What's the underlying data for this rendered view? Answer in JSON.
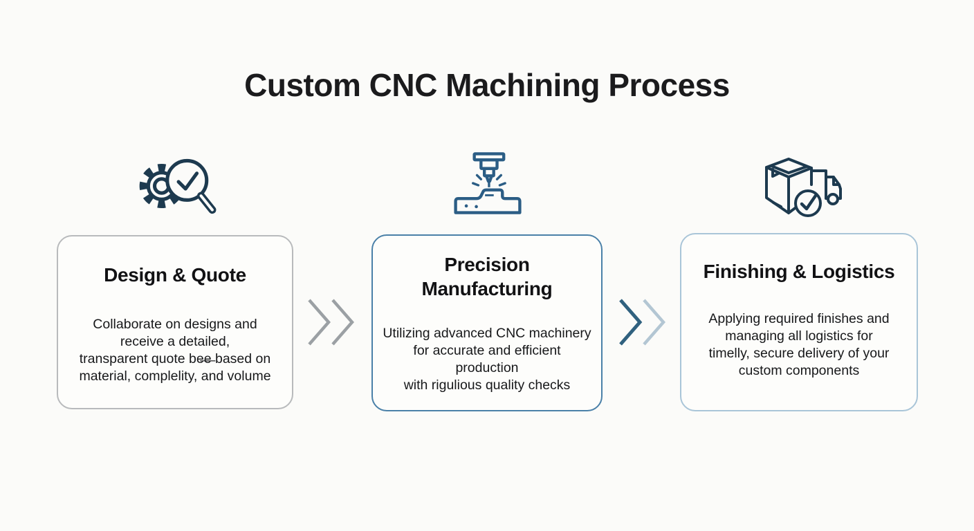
{
  "page": {
    "background_color": "#fbfbf9"
  },
  "title": {
    "text": "Custom CNC Machining Process",
    "color": "#1b1b1d"
  },
  "steps": [
    {
      "heading": "Design & Quote",
      "body": "Collaborate on designs and\nreceive a detailed,\ntransparent quote be̶e̶ based on\nmaterial, complelity, and volume",
      "icon": "gear-magnifier-check-icon",
      "border_color": "#b8babc",
      "icon_color": "#1d3a4f"
    },
    {
      "heading": "Precision\nManufacturing",
      "body": "Utilizing advanced CNC machinery\nfor accurate and efficient production\nwith rigulious quality checks",
      "icon": "cnc-machine-icon",
      "border_color": "#4a80a8",
      "icon_color": "#2b5d85"
    },
    {
      "heading": "Finishing & Logistics",
      "body": "Applying required finishes and\nmanaging all logistics for\ntimelly, secure delivery of your\ncustom components",
      "icon": "box-truck-check-icon",
      "border_color": "#a9c5d8",
      "icon_color": "#1d3a4f"
    }
  ],
  "arrows": [
    {
      "between": "design-quote and precision-manufacturing",
      "chevron_colors": [
        "#9ba0a4",
        "#9ba0a4"
      ]
    },
    {
      "between": "precision-manufacturing and finishing-logistics",
      "chevron_colors": [
        "#30617f",
        "#b3c6d3"
      ]
    }
  ]
}
